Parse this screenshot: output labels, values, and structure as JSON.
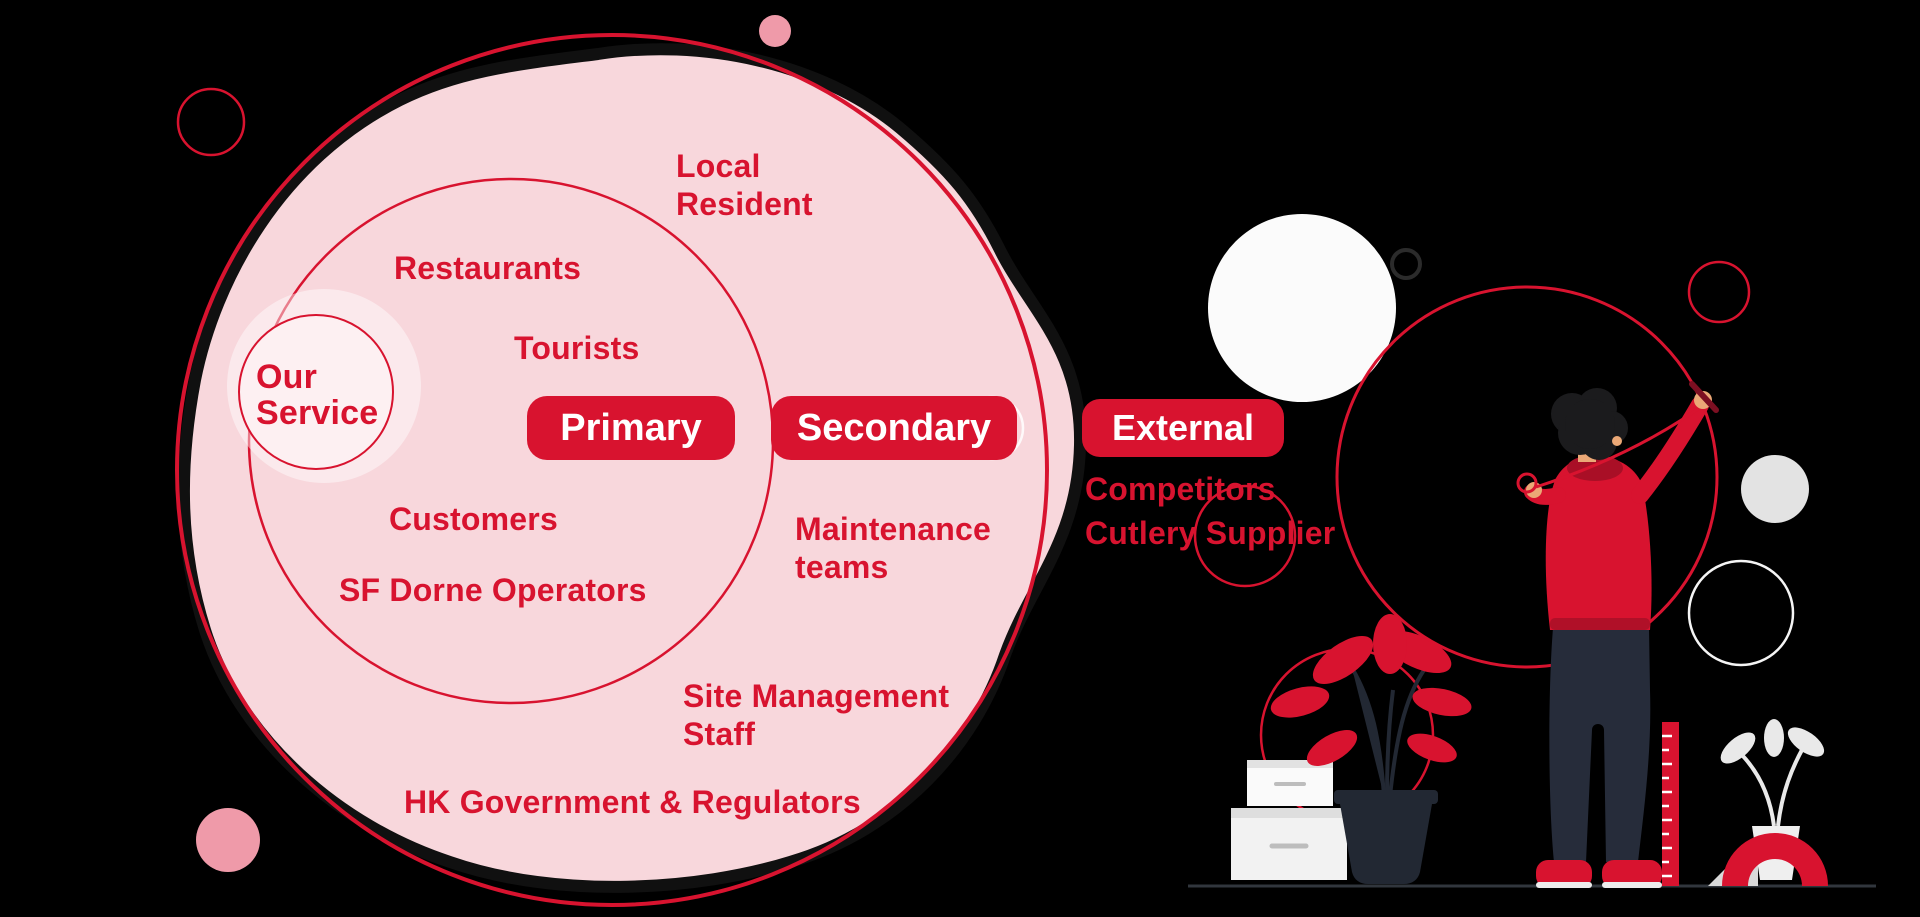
{
  "colors": {
    "background": "#000000",
    "accent_red": "#d8132f",
    "blob_pink": "#f8d7dc",
    "decor_pink": "#ef9aa9",
    "badge_text": "#ffffff",
    "skin": "#eba876",
    "dark_navy": "#262c3a",
    "pot_dark": "#222833",
    "light_gray": "#e9e9e9"
  },
  "stakeholder_map": {
    "center_label": "Our\nService",
    "ring_badges": {
      "primary": "Primary",
      "secondary": "Secondary",
      "external": "External"
    },
    "primary_stakeholders": {
      "restaurants": "Restaurants",
      "tourists": "Tourists",
      "customers": "Customers",
      "sf_dorne_operators": "SF Dorne Operators"
    },
    "secondary_stakeholders": {
      "local_resident": "Local\nResident",
      "maintenance_teams": "Maintenance\nteams",
      "site_management_staff": "Site Management\nStaff",
      "hk_government_regulators": "HK Government & Regulators"
    },
    "external_stakeholders": {
      "competitors": "Competitors",
      "cutlery_supplier": "Cutlery Supplier"
    }
  }
}
